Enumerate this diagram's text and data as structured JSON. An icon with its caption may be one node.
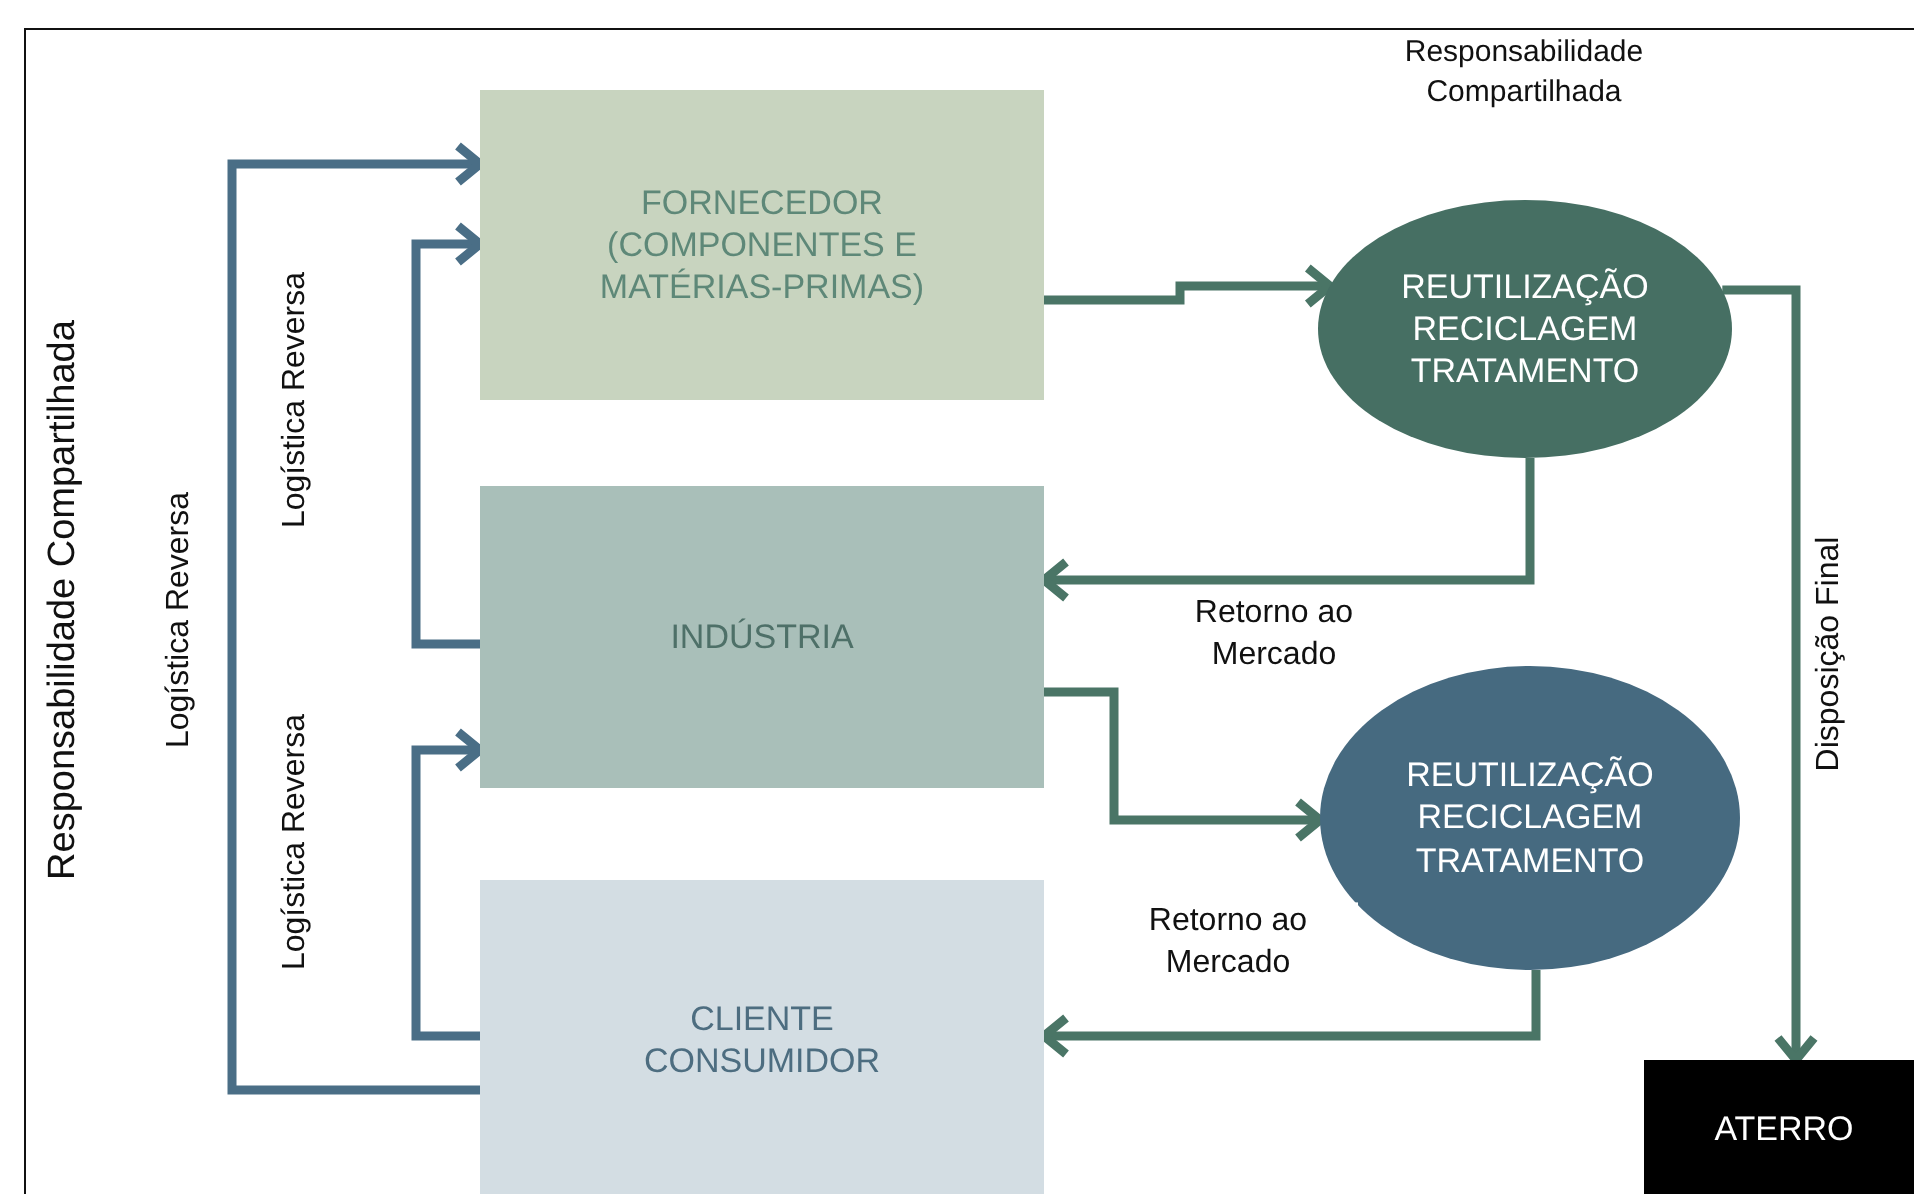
{
  "diagram": {
    "nodes": [
      {
        "text": [
          "FORNECEDOR (COMPONENTES E MATÉRIAS-PRIMAS)"
        ]
      },
      {
        "text": [
          "REUTILIZAÇÃO RECICLAGEM TRATAMENTO"
        ]
      },
      {
        "text": [
          "INDÚSTRIA"
        ]
      },
      {
        "text": [
          "REUTILIZAÇÃO RECICLAGEM TRATAMENTO"
        ]
      },
      {
        "text": [
          "CLIENTE CONSUMIDOR"
        ]
      },
      {
        "text": [
          "ATERRO"
        ]
      }
    ],
    "edges": [
      {
        "from": 0,
        "to": 1,
        "arrow": "to"
      },
      {
        "from": 1,
        "to": 2,
        "arrow": "to",
        "label": "Retorno ao Mercado"
      },
      {
        "from": 2,
        "to": 3,
        "arrow": "to"
      },
      {
        "from": 3,
        "to": 4,
        "arrow": "to",
        "label": "Retorno ao Mercado"
      },
      {
        "from": 1,
        "to": 5,
        "arrow": "to",
        "label": "Disposição Final"
      },
      {
        "from": 2,
        "to": 0,
        "arrow": "to",
        "label": "Logística Reversa",
        "color": "#4a6e86"
      },
      {
        "from": 4,
        "to": 2,
        "arrow": "to",
        "label": "Logística Reversa",
        "color": "#4a6e86"
      },
      {
        "from": 4,
        "to": 0,
        "arrow": "to",
        "label": "Logística Reversa",
        "color": "#4a6e86"
      }
    ],
    "labels": [
      "Responsabilidade Compartilhada",
      "Responsabilidade Compartilhada"
    ]
  }
}
